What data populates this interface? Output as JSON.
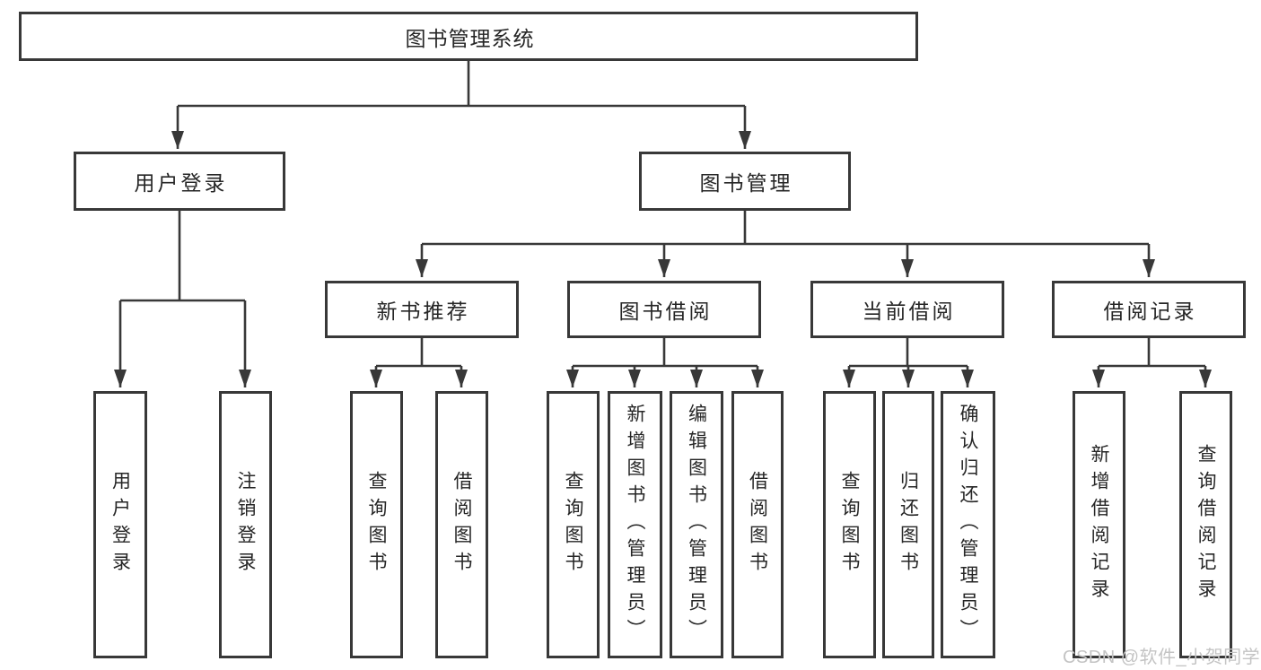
{
  "diagram": {
    "title": "图书管理系统",
    "branches": {
      "user_login": {
        "label": "用户登录",
        "children": {
          "login": "用户登录",
          "logout": "注销登录"
        }
      },
      "book_management": {
        "label": "图书管理"
      }
    },
    "modules": {
      "new_book_recommend": {
        "label": "新书推荐",
        "children": {
          "query": "查询图书",
          "borrow": "借阅图书"
        }
      },
      "book_borrowing": {
        "label": "图书借阅",
        "children": {
          "query": "查询图书",
          "add": "新增图书（管理员）",
          "edit": "编辑图书（管理员）",
          "borrow": "借阅图书"
        }
      },
      "current_borrowing": {
        "label": "当前借阅",
        "children": {
          "query": "查询图书",
          "return": "归还图书",
          "confirm_return": "确认归还（管理员）"
        }
      },
      "borrowing_records": {
        "label": "借阅记录",
        "children": {
          "add_record": "新增借阅记录",
          "query_record": "查询借阅记录"
        }
      }
    },
    "watermark": "CSDN @软件_小贺同学"
  },
  "colors": {
    "line": "#383838",
    "text": "#262626",
    "watermark": "#c4c4c4",
    "background": "#ffffff"
  }
}
